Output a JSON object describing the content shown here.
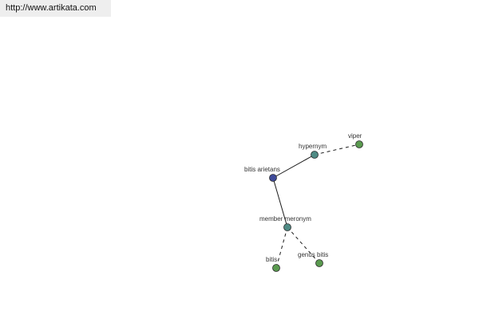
{
  "header": {
    "url": "http://www.artikata.com"
  },
  "colors": {
    "root_node": "#3e4a99",
    "relation_node": "#4f8a84",
    "leaf_node": "#5a9a4f",
    "node_stroke": "#2a2a2a",
    "edge": "#1a1a1a"
  },
  "graph": {
    "nodes": [
      {
        "id": "bitis-arietans",
        "label": "bitis arietans",
        "kind": "root"
      },
      {
        "id": "hypernym",
        "label": "hypernym",
        "kind": "relation"
      },
      {
        "id": "viper",
        "label": "viper",
        "kind": "leaf"
      },
      {
        "id": "member-meronym",
        "label": "member meronym",
        "kind": "relation"
      },
      {
        "id": "bitis",
        "label": "bitis",
        "kind": "leaf"
      },
      {
        "id": "genus-bitis",
        "label": "genus bitis",
        "kind": "leaf"
      }
    ],
    "edges": [
      {
        "from": "bitis-arietans",
        "to": "hypernym",
        "style": "solid"
      },
      {
        "from": "hypernym",
        "to": "viper",
        "style": "dashed"
      },
      {
        "from": "bitis-arietans",
        "to": "member-meronym",
        "style": "solid"
      },
      {
        "from": "member-meronym",
        "to": "bitis",
        "style": "dashed"
      },
      {
        "from": "member-meronym",
        "to": "genus-bitis",
        "style": "dashed"
      }
    ]
  }
}
